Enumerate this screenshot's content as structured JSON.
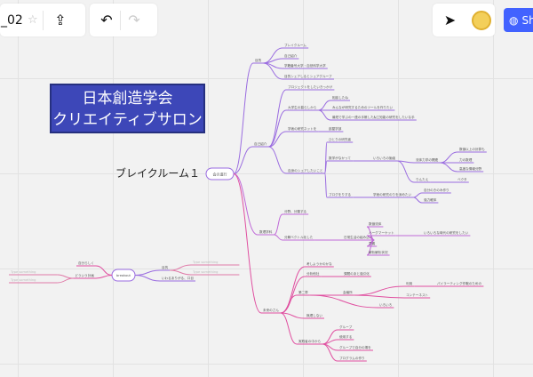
{
  "toolbar": {
    "board_name": "_02",
    "share_label": "Sh"
  },
  "colors": {
    "accent": "#4262ff",
    "purple": "#9a6ce0",
    "pink": "#e04fa0",
    "title_bg": "#3d47b8"
  },
  "title_box": {
    "line1": "日本創造学会",
    "line2": "クリエイティブサロン"
  },
  "breakout_label": "ブレイクルーム１",
  "mindmap": {
    "root": "会の進行",
    "nodes": [
      [
        "目的",
        285,
        71,
        "root",
        "p"
      ],
      [
        "ブレイクルーム",
        318,
        54,
        0,
        "p"
      ],
      [
        "自己紹介",
        318,
        66,
        0,
        "p"
      ],
      [
        "学籍番号大学・自然科学大学",
        318,
        77,
        0,
        "p"
      ],
      [
        "目的シェアしるとシェアグループ",
        318,
        89,
        0,
        "p"
      ],
      [
        "自己紹介",
        284,
        165,
        "root",
        "p"
      ],
      [
        "プロジェクトをしたいきっかけ",
        322,
        101,
        5,
        "p"
      ],
      [
        "大学生の暮らしから",
        322,
        124,
        5,
        "p"
      ],
      [
        "相談したね",
        372,
        113,
        7,
        "p"
      ],
      [
        "みんなが研究するためのツールを作りたい",
        372,
        124,
        7,
        "p"
      ],
      [
        "最短で学ぶの一連の手帳したい",
        372,
        135,
        7,
        "p"
      ],
      [
        "人工知能の研究をしたいな手",
        418,
        135,
        10,
        "p"
      ],
      [
        "学術の研究ネットを",
        322,
        148,
        5,
        "p"
      ],
      [
        "部屋学部",
        368,
        148,
        12,
        "p"
      ],
      [
        "自身のシェアしたいこと",
        322,
        195,
        5,
        "p"
      ],
      [
        "ひとりの研究者",
        368,
        160,
        14,
        "p"
      ],
      [
        "数学がなかって",
        368,
        181,
        14,
        "p"
      ],
      [
        "いろいろの勉強",
        418,
        181,
        16,
        "p"
      ],
      [
        "流体力学の関連",
        466,
        183,
        17,
        "p"
      ],
      [
        "数値以上の計算も",
        515,
        171,
        18,
        "p"
      ],
      [
        "力の数理",
        515,
        183,
        18,
        "p"
      ],
      [
        "高度な情報分野",
        515,
        193,
        18,
        "p"
      ],
      [
        "りんたえ",
        466,
        205,
        17,
        "p"
      ],
      [
        "ベクタ",
        513,
        205,
        22,
        "p"
      ],
      [
        "ブログをりする",
        368,
        222,
        14,
        "p"
      ],
      [
        "学術の研究のりを深めたい",
        418,
        222,
        24,
        "p"
      ],
      [
        "自分のきのみ作り",
        475,
        217,
        25,
        "p"
      ],
      [
        "強力軽体",
        475,
        228,
        25,
        "p"
      ],
      [
        "数理学科",
        290,
        264,
        "root",
        "m"
      ],
      [
        "分野、分類する",
        318,
        241,
        28,
        "m"
      ],
      [
        "分解ベクトル化した",
        318,
        270,
        28,
        "m"
      ],
      [
        "日常生活の組み込み",
        385,
        270,
        30,
        "m"
      ],
      [
        "数値流体",
        413,
        255,
        31,
        "m"
      ],
      [
        "ハーグマーケット",
        413,
        265,
        31,
        "m"
      ],
      [
        "いろいろな時代の研究をしたい",
        475,
        265,
        33,
        "m"
      ],
      [
        "意義",
        413,
        277,
        31,
        "m"
      ],
      [
        "解析解析状況",
        413,
        287,
        31,
        "m"
      ],
      [
        "未来のさん",
        294,
        352,
        "root",
        "k"
      ],
      [
        "考しようかのかな",
        343,
        300,
        37,
        "k"
      ],
      [
        "分析他社",
        343,
        311,
        37,
        "k"
      ],
      [
        "課題のあと強引化",
        385,
        311,
        39,
        "k"
      ],
      [
        "第二章",
        334,
        332,
        37,
        "k"
      ],
      [
        "会議所",
        384,
        332,
        41,
        "k"
      ],
      [
        "利用",
        455,
        322,
        42,
        "k"
      ],
      [
        "パイラーティング作戦のための",
        490,
        322,
        43,
        "k"
      ],
      [
        "コンテーネスト",
        455,
        335,
        42,
        "k"
      ],
      [
        "いろいろ",
        425,
        346,
        41,
        "k"
      ],
      [
        "無理しない",
        343,
        358,
        37,
        "k"
      ],
      [
        "実践者の中から",
        334,
        387,
        37,
        "k"
      ],
      [
        "グループ",
        380,
        371,
        48,
        "k"
      ],
      [
        "使用する",
        380,
        382,
        48,
        "k"
      ],
      [
        "グループで自分の場を",
        380,
        394,
        48,
        "k"
      ],
      [
        "プログラムの作り",
        380,
        406,
        48,
        "k"
      ]
    ],
    "left_root": "breakout",
    "left_nodes": [
      [
        "目的",
        180,
        304,
        "lroot",
        "p"
      ],
      [
        "Type something",
        215,
        298,
        0,
        "g"
      ],
      [
        "Type something",
        215,
        309,
        0,
        "g"
      ],
      [
        "いわるありがる、口目",
        180,
        316,
        "lroot",
        "p"
      ],
      [
        "自分らしく",
        100,
        299,
        "lroot",
        "k"
      ],
      [
        "どういう計画",
        100,
        313,
        "lroot",
        "k"
      ],
      [
        "Type something",
        20,
        309,
        5,
        "g"
      ],
      [
        "Type something",
        20,
        318,
        5,
        "g"
      ]
    ]
  }
}
